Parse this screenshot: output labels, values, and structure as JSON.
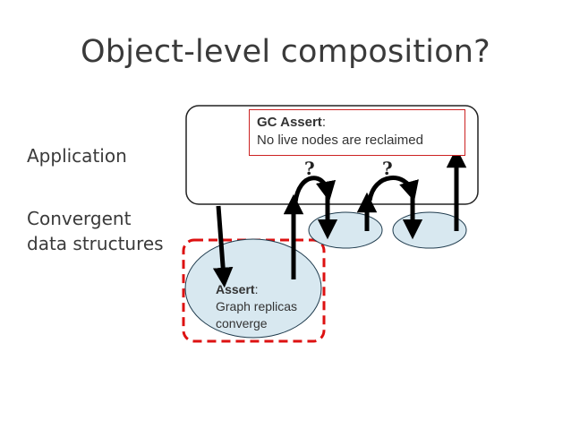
{
  "title": "Object-level composition?",
  "labels": {
    "application": "Application",
    "convergent_line1": "Convergent",
    "convergent_line2": "data structures"
  },
  "gc_assert": {
    "heading": "GC Assert",
    "suffix": ":",
    "text": "No live nodes are reclaimed"
  },
  "node_assert": {
    "heading": "Assert",
    "suffix": ":",
    "line1": "Graph replicas",
    "line2": "converge"
  },
  "question_marks": [
    "?",
    "?"
  ],
  "colors": {
    "node_fill": "#d8e8f0",
    "node_stroke": "#1f3b4d",
    "dashed_box": "#dd1111",
    "gc_border": "#cc2222",
    "arrow": "#000000"
  }
}
